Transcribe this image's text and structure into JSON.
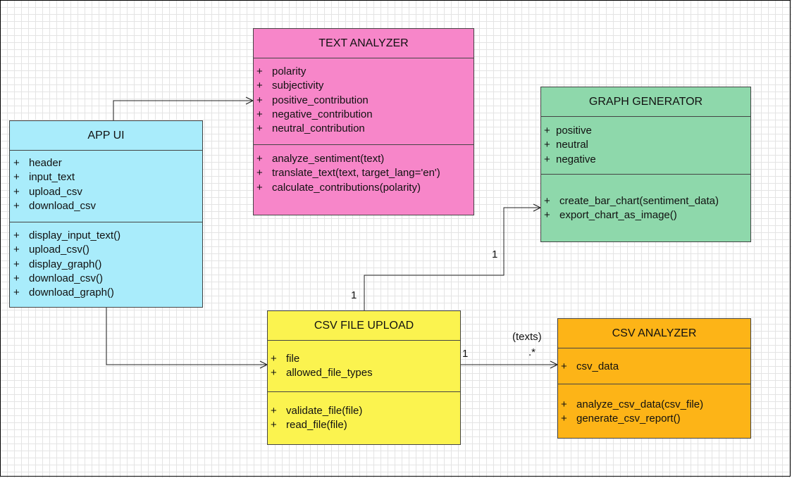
{
  "colors": {
    "app_ui": "#a9ecfb",
    "text_analyzer": "#f786c9",
    "graph_generator": "#8ed8ab",
    "csv_upload": "#fbf34f",
    "csv_analyzer": "#fdb417",
    "edge": "#222222"
  },
  "classes": {
    "app_ui": {
      "name": "APP UI",
      "attributes": [
        "header",
        "input_text",
        "upload_csv",
        "download_csv"
      ],
      "methods": [
        "display_input_text()",
        "upload_csv()",
        "display_graph()",
        "download_csv()",
        "download_graph()"
      ]
    },
    "text_analyzer": {
      "name": "TEXT ANALYZER",
      "attributes": [
        "polarity",
        "subjectivity",
        "positive_contribution",
        "negative_contribution",
        "neutral_contribution"
      ],
      "methods": [
        "analyze_sentiment(text)",
        "translate_text(text, target_lang='en')",
        "calculate_contributions(polarity)"
      ]
    },
    "graph_generator": {
      "name": "GRAPH GENERATOR",
      "attributes": [
        "positive",
        "neutral",
        "negative"
      ],
      "methods": [
        "create_bar_chart(sentiment_data)",
        "export_chart_as_image()"
      ]
    },
    "csv_upload": {
      "name": "CSV FILE UPLOAD",
      "attributes": [
        "file",
        "allowed_file_types"
      ],
      "methods": [
        "validate_file(file)",
        "read_file(file)"
      ]
    },
    "csv_analyzer": {
      "name": "CSV ANALYZER",
      "attributes": [
        "csv_data"
      ],
      "methods": [
        "analyze_csv_data(csv_file)",
        "generate_csv_report()"
      ]
    }
  },
  "plus_symbol": "+",
  "multiplicities": {
    "upload_to_graph_source": "1",
    "upload_to_graph_target": "1",
    "upload_to_analyzer_source": "1",
    "upload_to_analyzer_target": ".*",
    "upload_to_analyzer_role": "(texts)"
  }
}
